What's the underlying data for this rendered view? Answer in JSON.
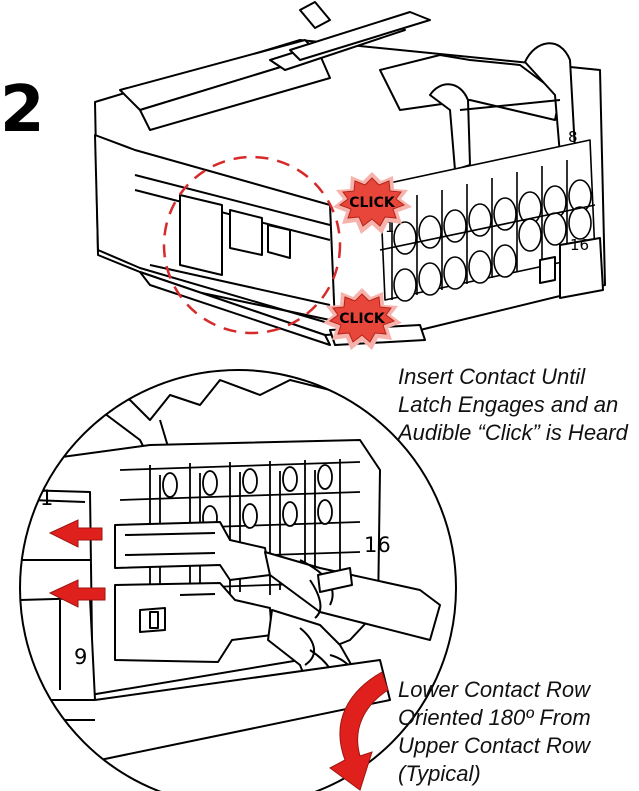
{
  "step": {
    "number": "2"
  },
  "callouts": {
    "click_top": "CLICK",
    "click_bottom": "CLICK"
  },
  "notes": {
    "insert": [
      "Insert Contact Until",
      "Latch Engages and an",
      "Audible “Click” is Heard"
    ],
    "lower": [
      "Lower Contact Row",
      "Oriented 180º From",
      "Upper Contact Row",
      "(Typical)"
    ]
  },
  "pin_labels": {
    "top_pin_1": "1",
    "top_pin_8": "8",
    "top_pin_16": "16",
    "detail_pin_1": "1",
    "detail_pin_16": "16",
    "detail_pin_9": "9"
  },
  "colors": {
    "callout_fill": "#e8463a",
    "callout_glow": "#f7b2ab",
    "arrow_red": "#e0201c",
    "dashed_circle": "#d62a2a",
    "line": "#000000"
  }
}
